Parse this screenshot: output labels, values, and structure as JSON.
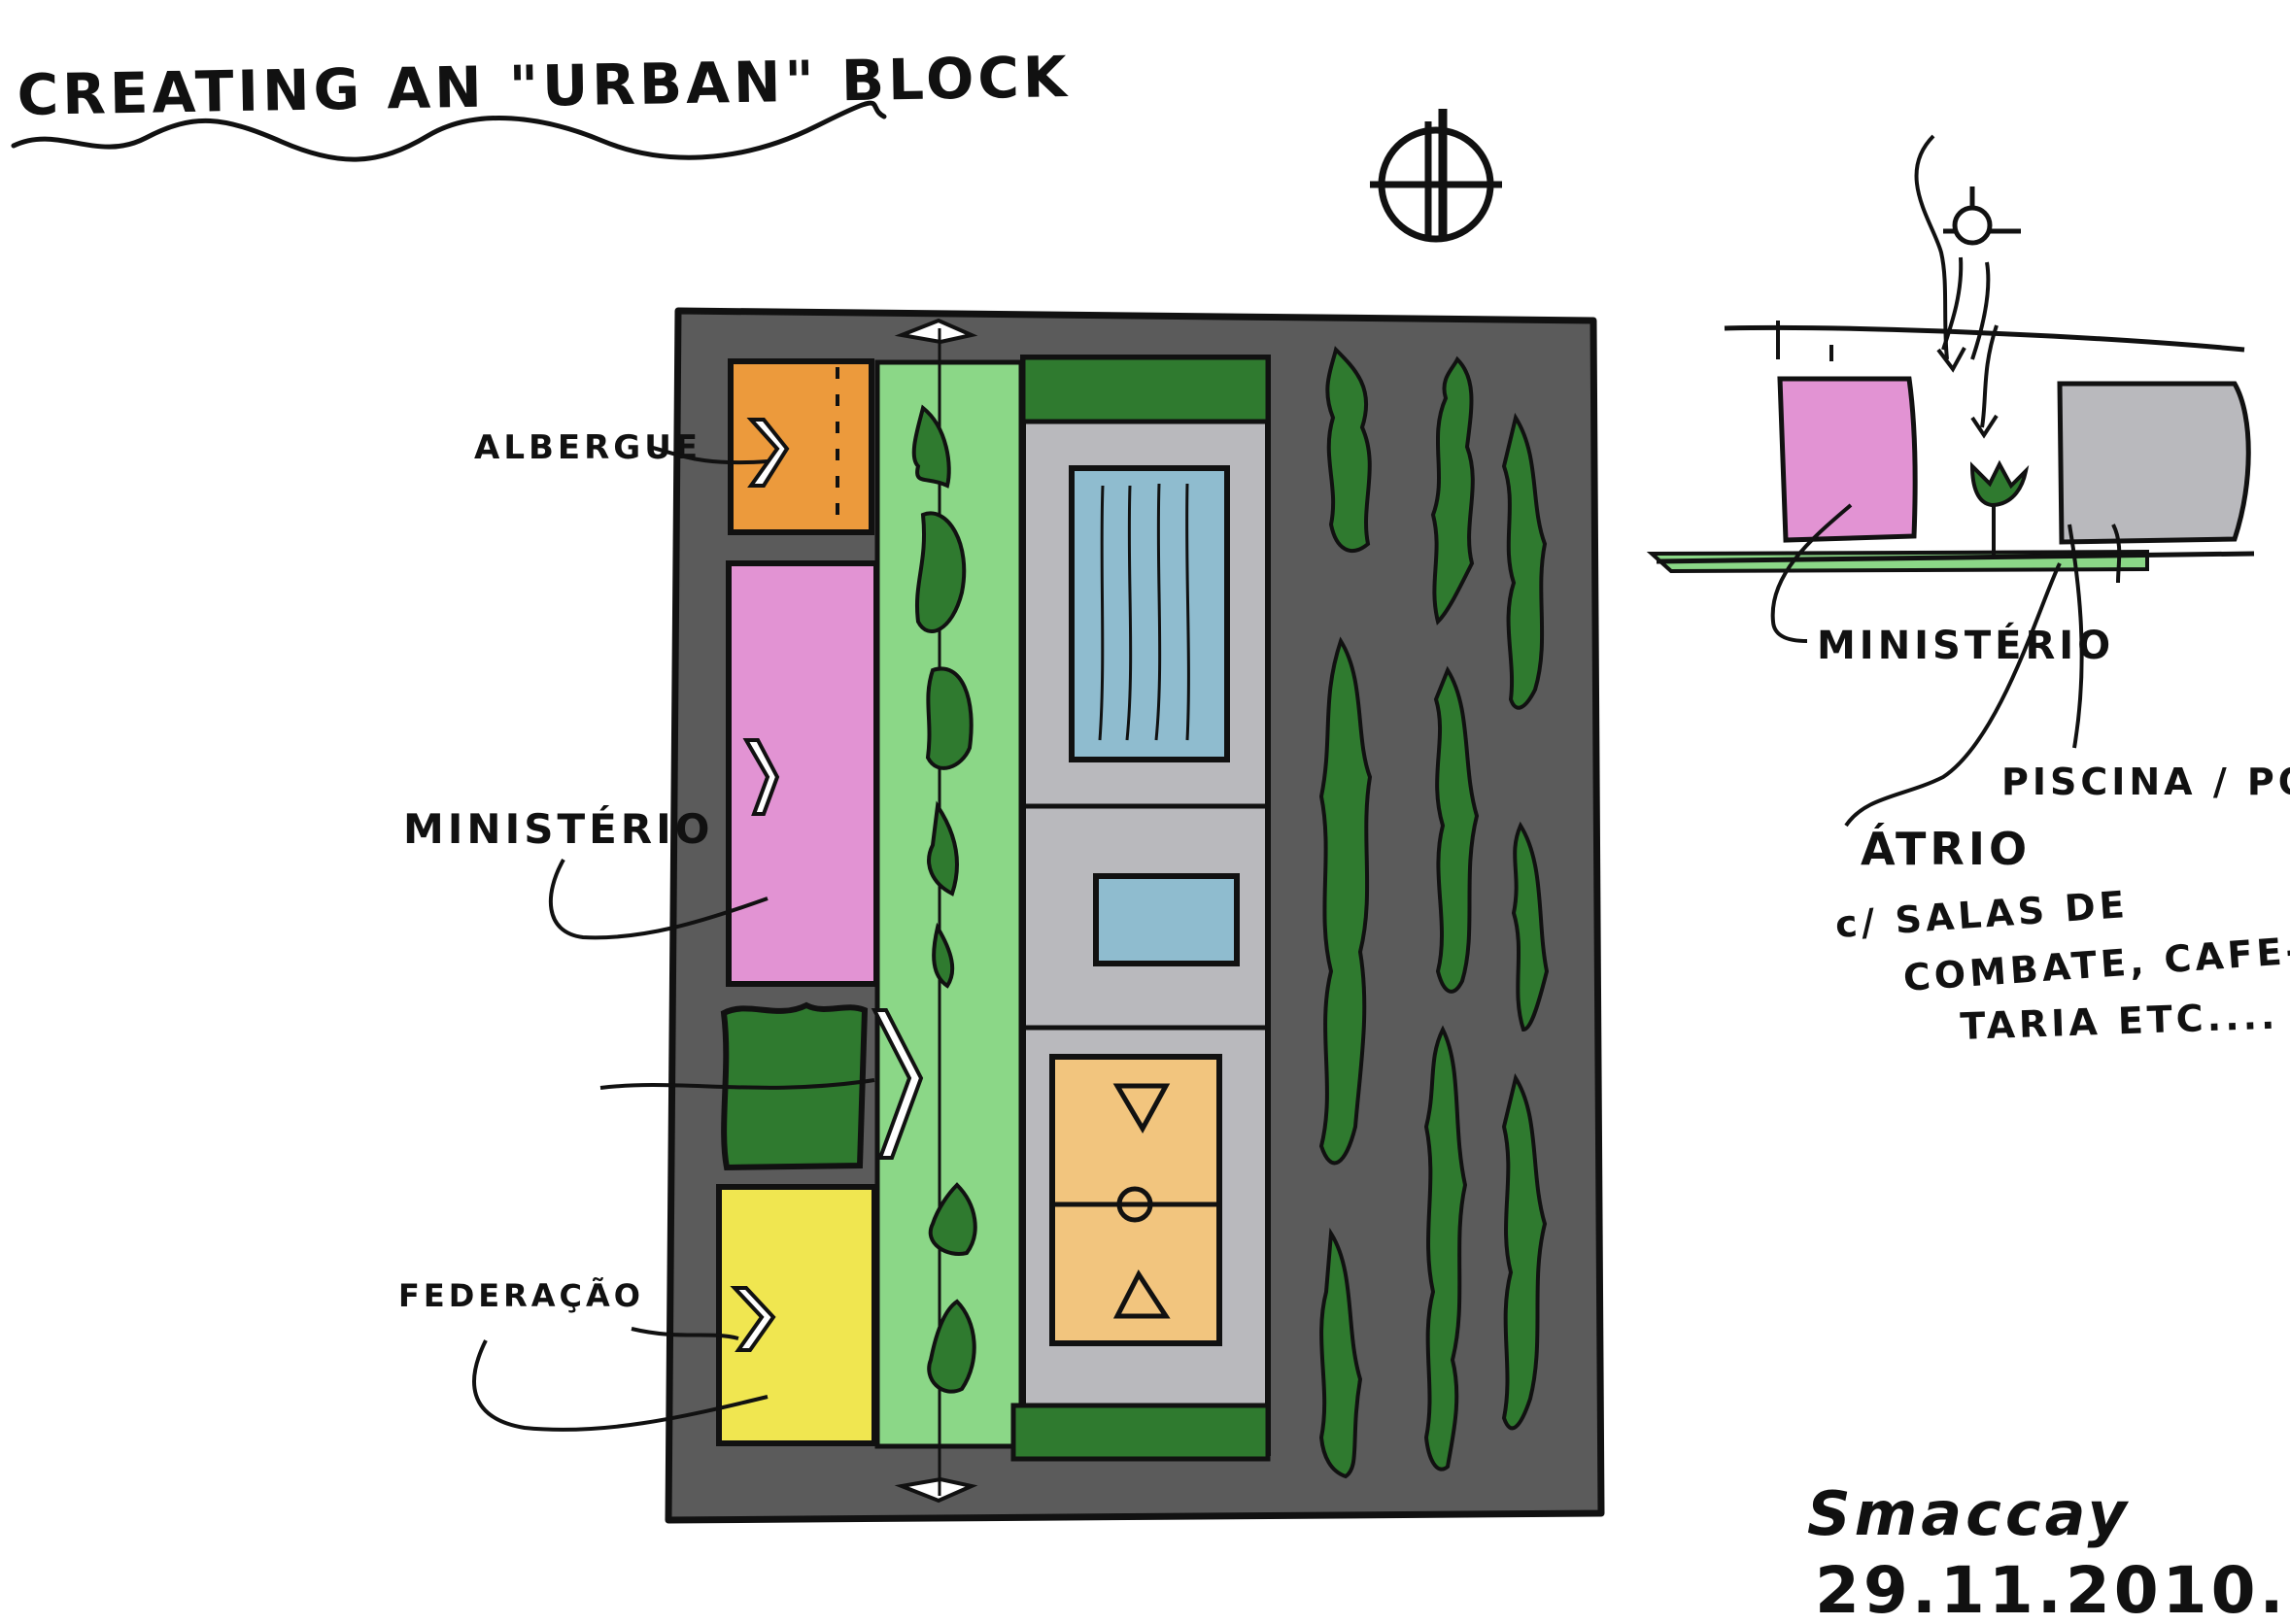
{
  "title": "CREATING AN \"URBAN\" BLOCK",
  "north_symbol": "north-arrow-icon",
  "plan": {
    "labels": {
      "albergue": "ALBERGUE",
      "ministerio": "MINISTÉRIO",
      "federacao": "FEDERAÇÃO"
    }
  },
  "section": {
    "labels": {
      "ministerio": "MINISTÉRIO",
      "piscina": "PISCINA / POLID.",
      "atrio": "ÁTRIO",
      "atrio_note_1": "c/ SALAS DE",
      "atrio_note_2": "COMBATE, CAFE-",
      "atrio_note_3": "TARIA ETC...."
    }
  },
  "signature": {
    "name": "Smaccay",
    "date": "29.11.2010."
  },
  "colors": {
    "road": "#5b5b5b",
    "orange": "#ec9a3c",
    "pink": "#e293d3",
    "dark_green": "#2f7a2f",
    "light_green": "#8bd787",
    "yellow": "#f0e650",
    "plaza_gray": "#b9b9bd",
    "pool_blue": "#8fbccf",
    "court_tan": "#f2c57e",
    "ink": "#111111"
  }
}
